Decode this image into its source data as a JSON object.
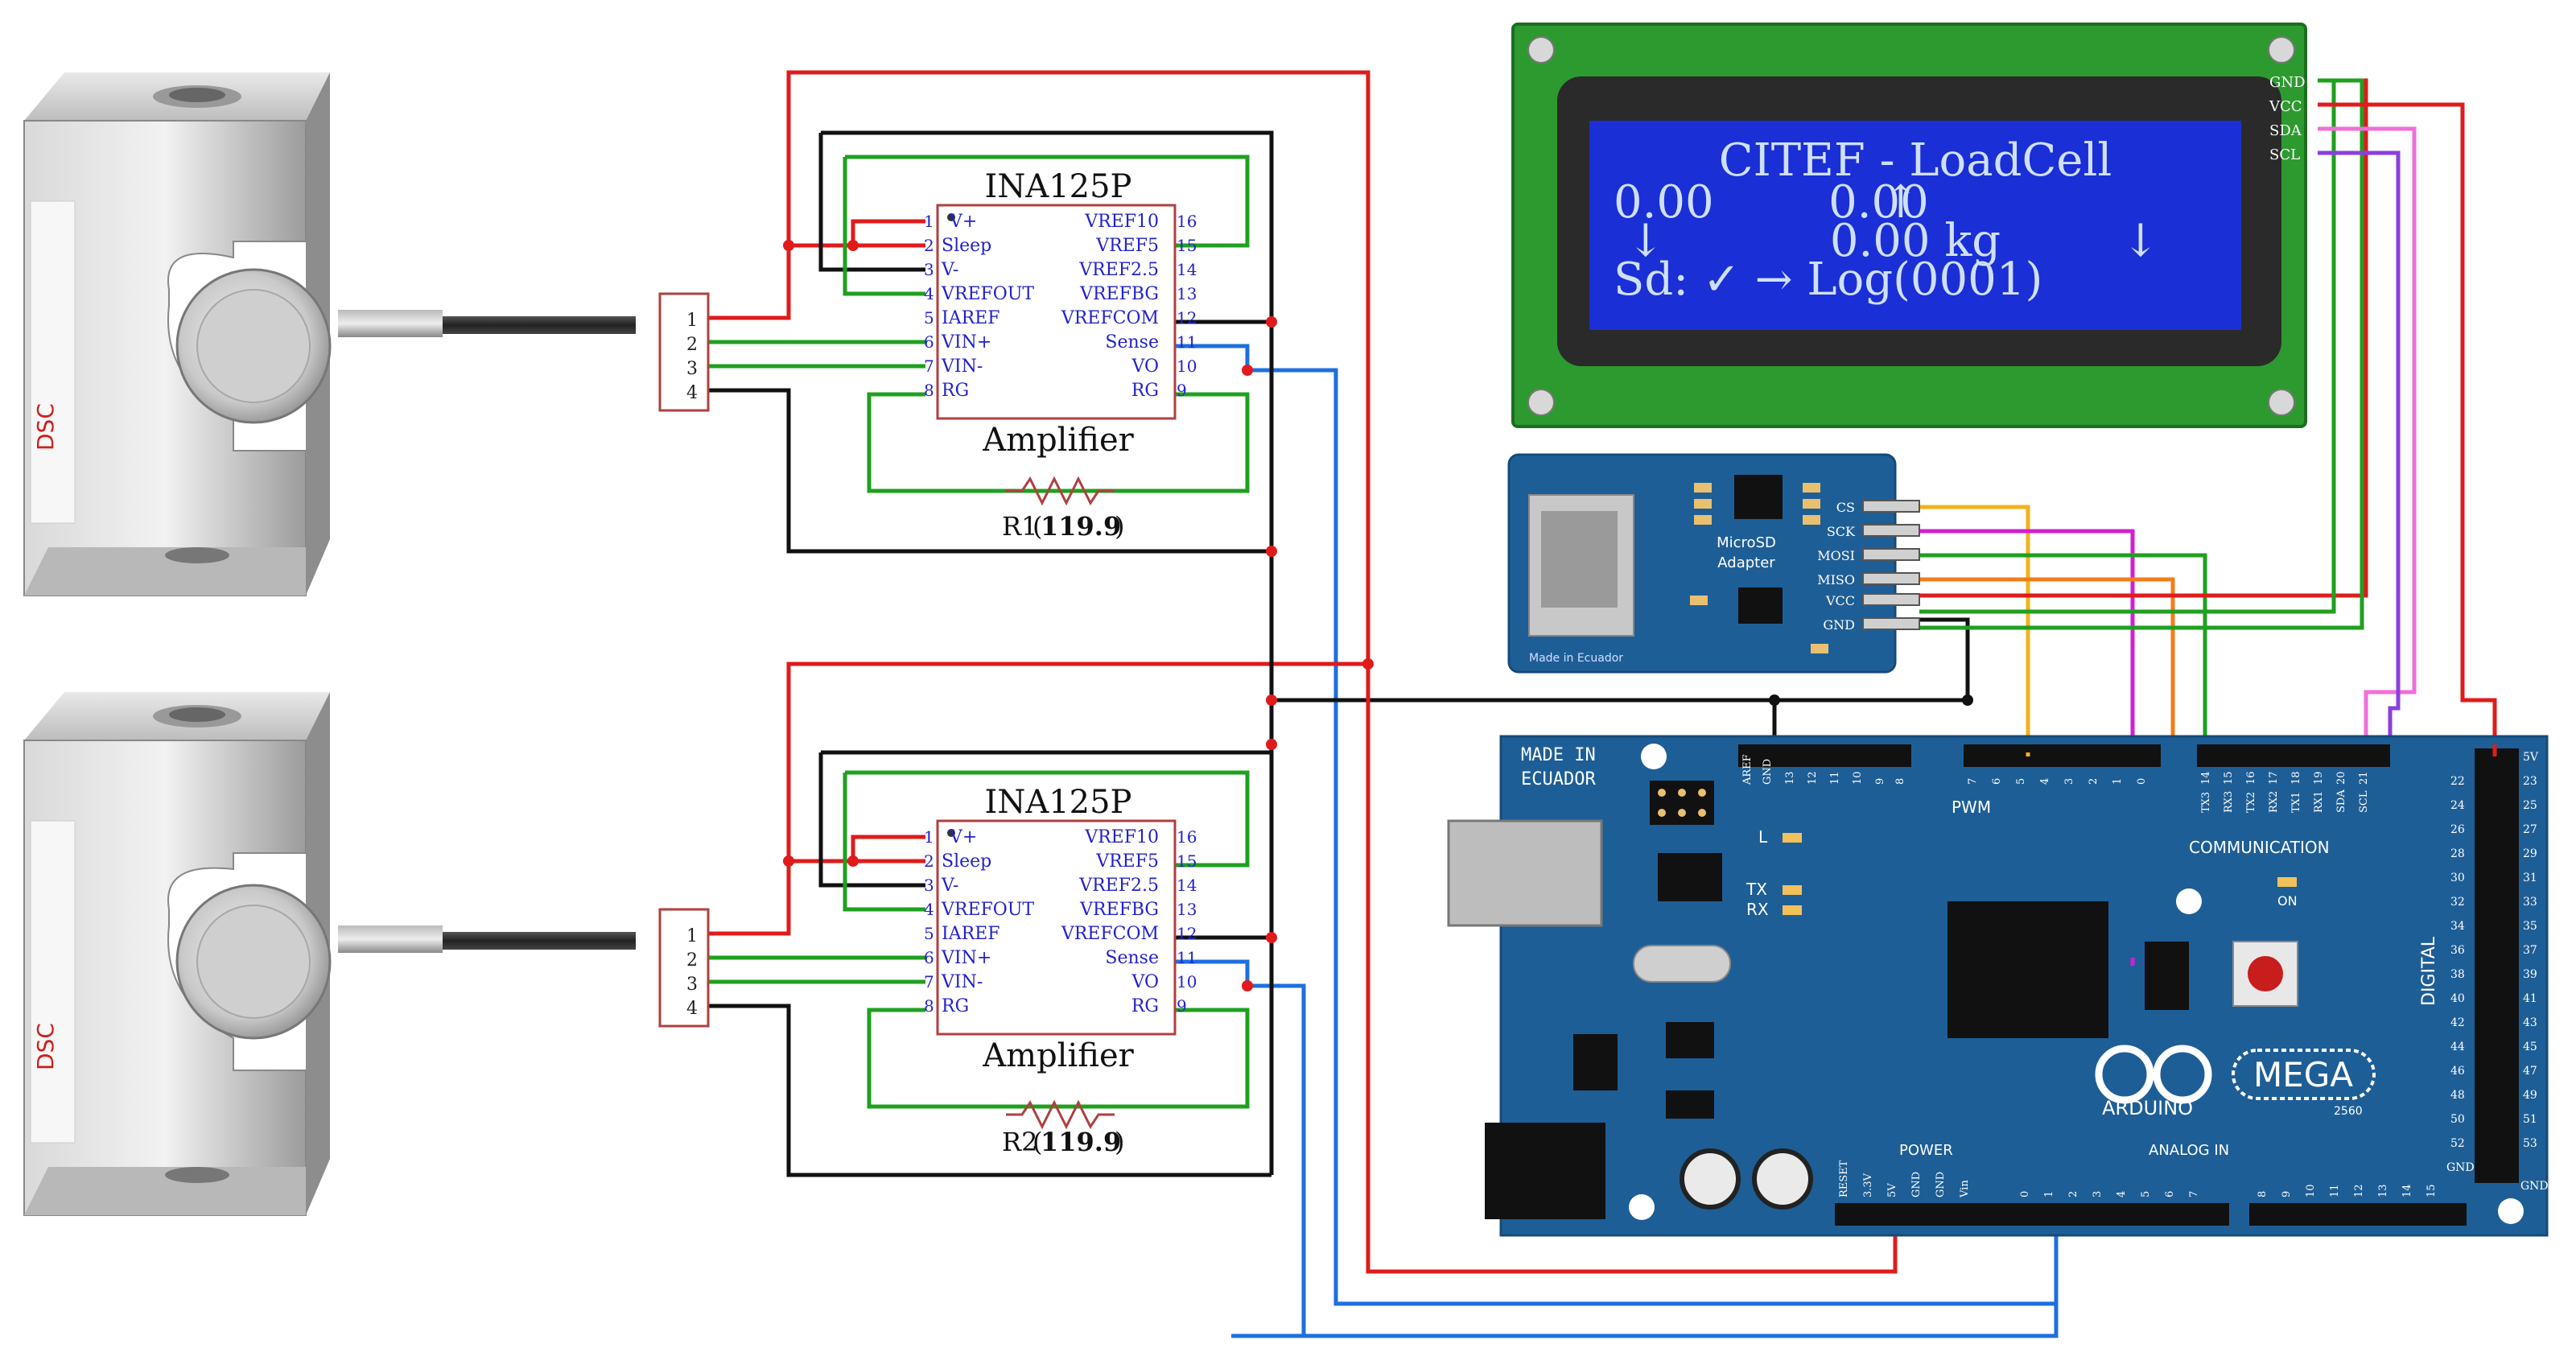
{
  "lcd": {
    "line1": "CITEF - LoadCell",
    "line2": "0.00        0.00",
    "arrow_up": "↑",
    "line3_left": "↓",
    "line3_mid": "0.00 kg",
    "line3_right": "↓",
    "line4": "Sd: ✓ → Log(0001)",
    "pins": [
      "GND",
      "VCC",
      "SDA",
      "SCL"
    ],
    "colors": {
      "panel": "#1b2fd6",
      "pcb": "#2d9a2f",
      "text": "#cfe0ff"
    }
  },
  "sd_module": {
    "title": "MicroSD",
    "subtitle": "Adapter",
    "footer": "Made in Ecuador",
    "pins": [
      "CS",
      "SCK",
      "MOSI",
      "MISO",
      "VCC",
      "GND"
    ]
  },
  "amplifiers": [
    {
      "chip": "INA125P",
      "label": "Amplifier",
      "resistor": "R1",
      "resistor_value": "119.9",
      "left_pins": [
        {
          "num": "1",
          "name": "V+"
        },
        {
          "num": "2",
          "name": "Sleep"
        },
        {
          "num": "3",
          "name": "V-"
        },
        {
          "num": "4",
          "name": "VREFOUT"
        },
        {
          "num": "5",
          "name": "IAREF"
        },
        {
          "num": "6",
          "name": "VIN+"
        },
        {
          "num": "7",
          "name": "VIN-"
        },
        {
          "num": "8",
          "name": "RG"
        }
      ],
      "right_pins": [
        {
          "num": "16",
          "name": "VREF10"
        },
        {
          "num": "15",
          "name": "VREF5"
        },
        {
          "num": "14",
          "name": "VREF2.5"
        },
        {
          "num": "13",
          "name": "VREFBG"
        },
        {
          "num": "12",
          "name": "VREFCOM"
        },
        {
          "num": "11",
          "name": "Sense"
        },
        {
          "num": "10",
          "name": "VO"
        },
        {
          "num": "9",
          "name": "RG"
        }
      ],
      "connector_pins": [
        "1",
        "2",
        "3",
        "4"
      ]
    },
    {
      "chip": "INA125P",
      "label": "Amplifier",
      "resistor": "R2",
      "resistor_value": "119.9",
      "left_pins": [
        {
          "num": "1",
          "name": "V+"
        },
        {
          "num": "2",
          "name": "Sleep"
        },
        {
          "num": "3",
          "name": "V-"
        },
        {
          "num": "4",
          "name": "VREFOUT"
        },
        {
          "num": "5",
          "name": "IAREF"
        },
        {
          "num": "6",
          "name": "VIN+"
        },
        {
          "num": "7",
          "name": "VIN-"
        },
        {
          "num": "8",
          "name": "RG"
        }
      ],
      "right_pins": [
        {
          "num": "16",
          "name": "VREF10"
        },
        {
          "num": "15",
          "name": "VREF5"
        },
        {
          "num": "14",
          "name": "VREF2.5"
        },
        {
          "num": "13",
          "name": "VREFBG"
        },
        {
          "num": "12",
          "name": "VREFCOM"
        },
        {
          "num": "11",
          "name": "Sense"
        },
        {
          "num": "10",
          "name": "VO"
        },
        {
          "num": "9",
          "name": "RG"
        }
      ],
      "connector_pins": [
        "1",
        "2",
        "3",
        "4"
      ]
    }
  ],
  "arduino": {
    "made_in": "MADE IN",
    "country": "ECUADOR",
    "pwm": "PWM",
    "communication": "COMMUNICATION",
    "power": "POWER",
    "analog_in": "ANALOG IN",
    "digital": "DIGITAL",
    "brand": "ARDUINO",
    "model": "MEGA",
    "model_sub": "2560",
    "led_l": "L",
    "led_tx": "TX",
    "led_rx": "RX",
    "led_on": "ON",
    "power_pins": [
      "RESET",
      "3.3V",
      "5V",
      "GND",
      "GND",
      "Vin"
    ],
    "top_left_pins": [
      "AREF",
      "GND",
      "13",
      "12",
      "11",
      "10",
      "9",
      "8"
    ],
    "pwm_pins": [
      "7",
      "6",
      "5",
      "4",
      "3",
      "2",
      "1",
      "0"
    ],
    "comm_pins": [
      "14",
      "15",
      "16",
      "17",
      "18",
      "19",
      "20",
      "21"
    ],
    "comm_labels": [
      "TX3",
      "RX3",
      "TX2",
      "RX2",
      "TX1",
      "RX1",
      "SDA",
      "SCL"
    ],
    "analog_pins": [
      "0",
      "1",
      "2",
      "3",
      "4",
      "5",
      "6",
      "7"
    ],
    "analog_pins_hi": [
      "8",
      "9",
      "10",
      "11",
      "12",
      "13",
      "14",
      "15"
    ],
    "digital_left": [
      "22",
      "24",
      "26",
      "28",
      "30",
      "32",
      "34",
      "36",
      "38",
      "40",
      "42",
      "44",
      "46",
      "48",
      "50",
      "52",
      "GND"
    ],
    "digital_right": [
      "5V",
      "23",
      "25",
      "27",
      "29",
      "31",
      "33",
      "35",
      "37",
      "39",
      "41",
      "43",
      "45",
      "47",
      "49",
      "51",
      "53",
      "GND"
    ],
    "colors": {
      "board": "#1e5e96",
      "text": "#ffffff"
    }
  },
  "load_cells": [
    {
      "label_text": "DSC"
    },
    {
      "label_text": "DSC"
    }
  ],
  "wire_colors": {
    "red": "#e01b1b",
    "black": "#111111",
    "green": "#1fa01f",
    "blue": "#1e6fe0",
    "yellow": "#f2b21b",
    "magenta": "#d21fd2",
    "orange": "#f07d1b",
    "purple": "#8a3fe0",
    "pink": "#f06fd8"
  }
}
